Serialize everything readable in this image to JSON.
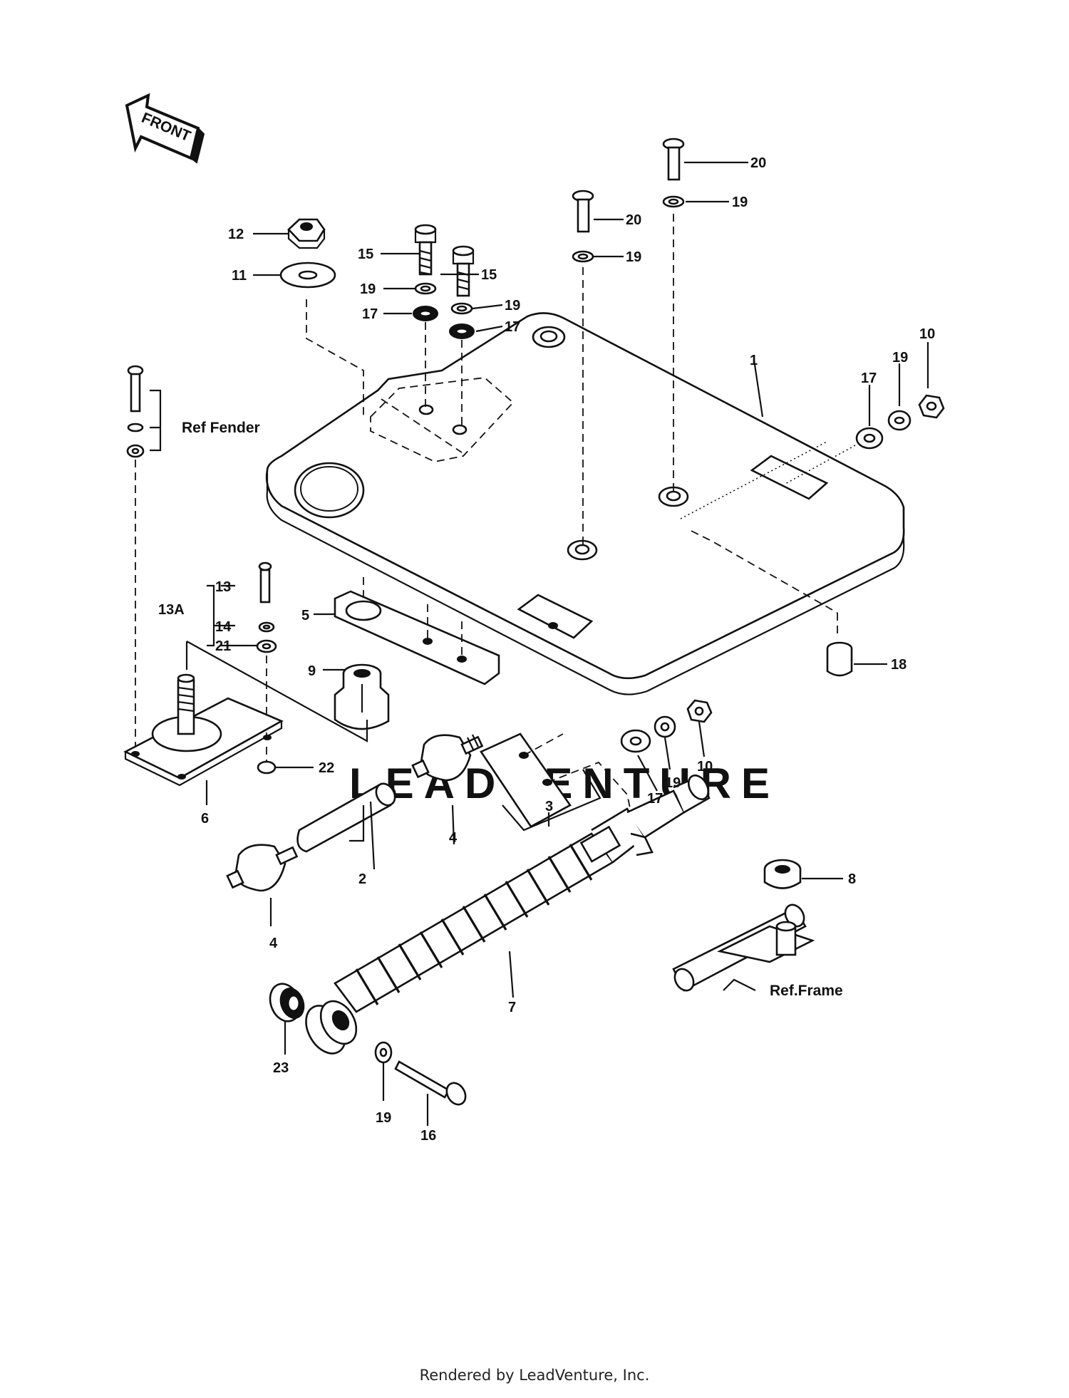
{
  "diagram": {
    "front_arrow_label": "FRONT",
    "callouts": [
      {
        "id": "c1",
        "text": "1"
      },
      {
        "id": "c2",
        "text": "2"
      },
      {
        "id": "c3",
        "text": "3"
      },
      {
        "id": "c4a",
        "text": "4"
      },
      {
        "id": "c4b",
        "text": "4"
      },
      {
        "id": "c5",
        "text": "5"
      },
      {
        "id": "c6",
        "text": "6"
      },
      {
        "id": "c7",
        "text": "7"
      },
      {
        "id": "c8",
        "text": "8"
      },
      {
        "id": "c9",
        "text": "9"
      },
      {
        "id": "c10a",
        "text": "10"
      },
      {
        "id": "c10b",
        "text": "10"
      },
      {
        "id": "c11",
        "text": "11"
      },
      {
        "id": "c12",
        "text": "12"
      },
      {
        "id": "c13",
        "text": "13"
      },
      {
        "id": "c13A",
        "text": "13A"
      },
      {
        "id": "c14",
        "text": "14"
      },
      {
        "id": "c15a",
        "text": "15"
      },
      {
        "id": "c15b",
        "text": "15"
      },
      {
        "id": "c16",
        "text": "16"
      },
      {
        "id": "c17a",
        "text": "17"
      },
      {
        "id": "c17b",
        "text": "17"
      },
      {
        "id": "c17c",
        "text": "17"
      },
      {
        "id": "c17d",
        "text": "17"
      },
      {
        "id": "c18",
        "text": "18"
      },
      {
        "id": "c19a",
        "text": "19"
      },
      {
        "id": "c19b",
        "text": "19"
      },
      {
        "id": "c19c",
        "text": "19"
      },
      {
        "id": "c19d",
        "text": "19"
      },
      {
        "id": "c19e",
        "text": "19"
      },
      {
        "id": "c19f",
        "text": "19"
      },
      {
        "id": "c19g",
        "text": "19"
      },
      {
        "id": "c20a",
        "text": "20"
      },
      {
        "id": "c20b",
        "text": "20"
      },
      {
        "id": "c21",
        "text": "21"
      },
      {
        "id": "c22",
        "text": "22"
      },
      {
        "id": "c23",
        "text": "23"
      }
    ],
    "ref_fender": "Ref Fender",
    "ref_frame": "Ref.Frame",
    "watermark": "LEADVENTURE"
  },
  "footer": "Rendered by LeadVenture, Inc."
}
